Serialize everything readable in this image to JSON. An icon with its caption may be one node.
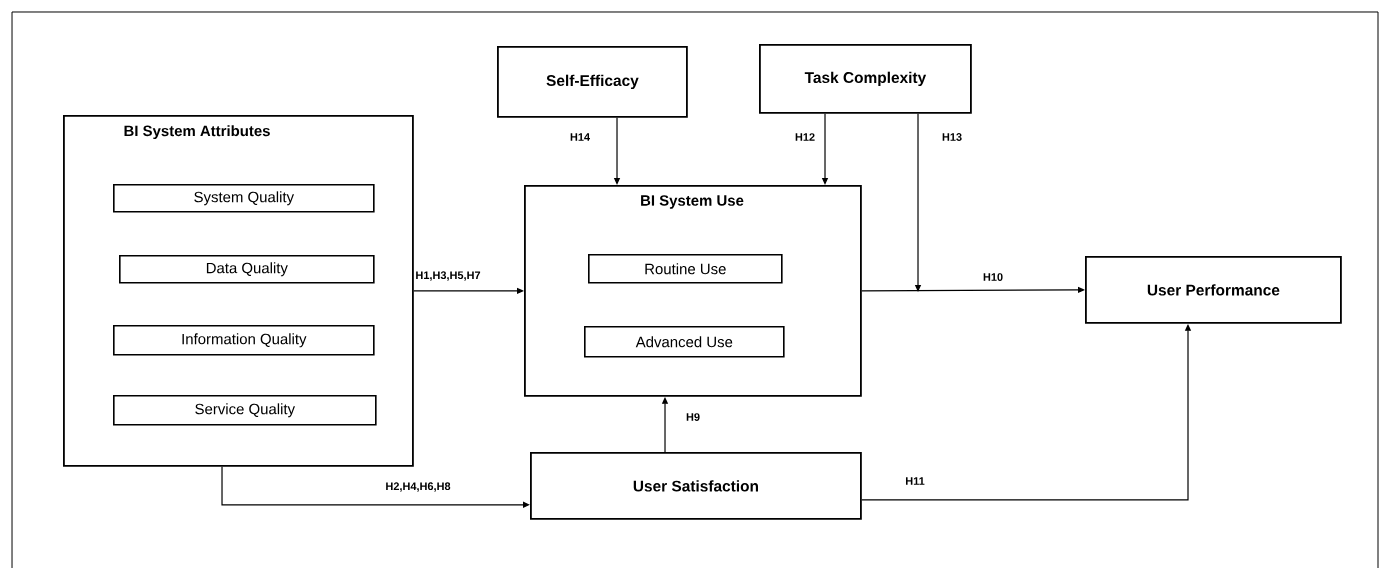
{
  "diagram": {
    "nodes": [
      {
        "text": [
          "BI System Attributes"
        ]
      },
      {
        "text": [
          "System Quality"
        ],
        "in": 0
      },
      {
        "text": [
          "Data Quality"
        ],
        "in": 0
      },
      {
        "text": [
          "Information Quality"
        ],
        "in": 0
      },
      {
        "text": [
          "Service Quality"
        ],
        "in": 0
      },
      {
        "text": [
          "Self-Efficacy"
        ]
      },
      {
        "text": [
          "Task Complexity"
        ]
      },
      {
        "text": [
          "BI System Use"
        ]
      },
      {
        "text": [
          "Routine Use"
        ],
        "in": 7
      },
      {
        "text": [
          "Advanced Use"
        ],
        "in": 7
      },
      {
        "text": [
          "User Performance"
        ]
      },
      {
        "text": [
          "User Satisfaction"
        ]
      }
    ],
    "edges": [
      {
        "from": 0,
        "to": 7,
        "arrow": "to",
        "label": "H1,H3,H5,H7"
      },
      {
        "from": 0,
        "to": 11,
        "arrow": "to",
        "label": "H2,H4,H6,H8"
      },
      {
        "from": 5,
        "to": 7,
        "arrow": "to",
        "label": "H14"
      },
      {
        "from": 6,
        "to": 7,
        "arrow": "to",
        "label": "H12"
      },
      {
        "from": 6,
        "to": null,
        "arrow": "to",
        "label": "H13"
      },
      {
        "from": 7,
        "to": 10,
        "arrow": "to",
        "label": "H10"
      },
      {
        "from": 11,
        "to": 7,
        "arrow": "to",
        "label": "H9"
      },
      {
        "from": 11,
        "to": 10,
        "arrow": "to",
        "label": "H11"
      }
    ]
  }
}
